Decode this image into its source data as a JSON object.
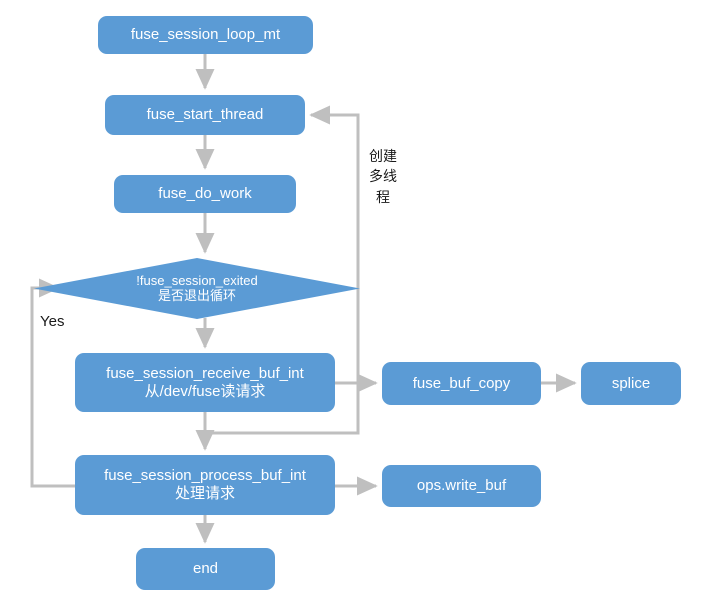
{
  "diagram": {
    "title": "fuse_session_loop_mt flow",
    "colors": {
      "node_fill": "#5B9BD5",
      "node_text": "#FFFFFF",
      "edge": "#BFBFBF",
      "label_text": "#1A1A1A",
      "background": "#FFFFFF"
    },
    "nodes": [
      {
        "id": "loop_mt",
        "shape": "rounded-rect",
        "line1": "fuse_session_loop_mt",
        "line2": ""
      },
      {
        "id": "start_thread",
        "shape": "rounded-rect",
        "line1": "fuse_start_thread",
        "line2": ""
      },
      {
        "id": "do_work",
        "shape": "rounded-rect",
        "line1": "fuse_do_work",
        "line2": ""
      },
      {
        "id": "decision",
        "shape": "diamond",
        "line1": "!fuse_session_exited",
        "line2": "是否退出循环"
      },
      {
        "id": "receive_buf",
        "shape": "rounded-rect",
        "line1": "fuse_session_receive_buf_int",
        "line2": "从/dev/fuse读请求"
      },
      {
        "id": "buf_copy",
        "shape": "rounded-rect",
        "line1": "fuse_buf_copy",
        "line2": ""
      },
      {
        "id": "splice",
        "shape": "rounded-rect",
        "line1": "splice",
        "line2": ""
      },
      {
        "id": "process_buf",
        "shape": "rounded-rect",
        "line1": "fuse_session_process_buf_int",
        "line2": "处理请求"
      },
      {
        "id": "write_buf",
        "shape": "rounded-rect",
        "line1": "ops.write_buf",
        "line2": ""
      },
      {
        "id": "end",
        "shape": "rounded-rect",
        "line1": "end",
        "line2": ""
      }
    ],
    "edge_labels": {
      "yes": "Yes",
      "create_threads_line1": "创建",
      "create_threads_line2": "多线",
      "create_threads_line3": "程"
    }
  }
}
